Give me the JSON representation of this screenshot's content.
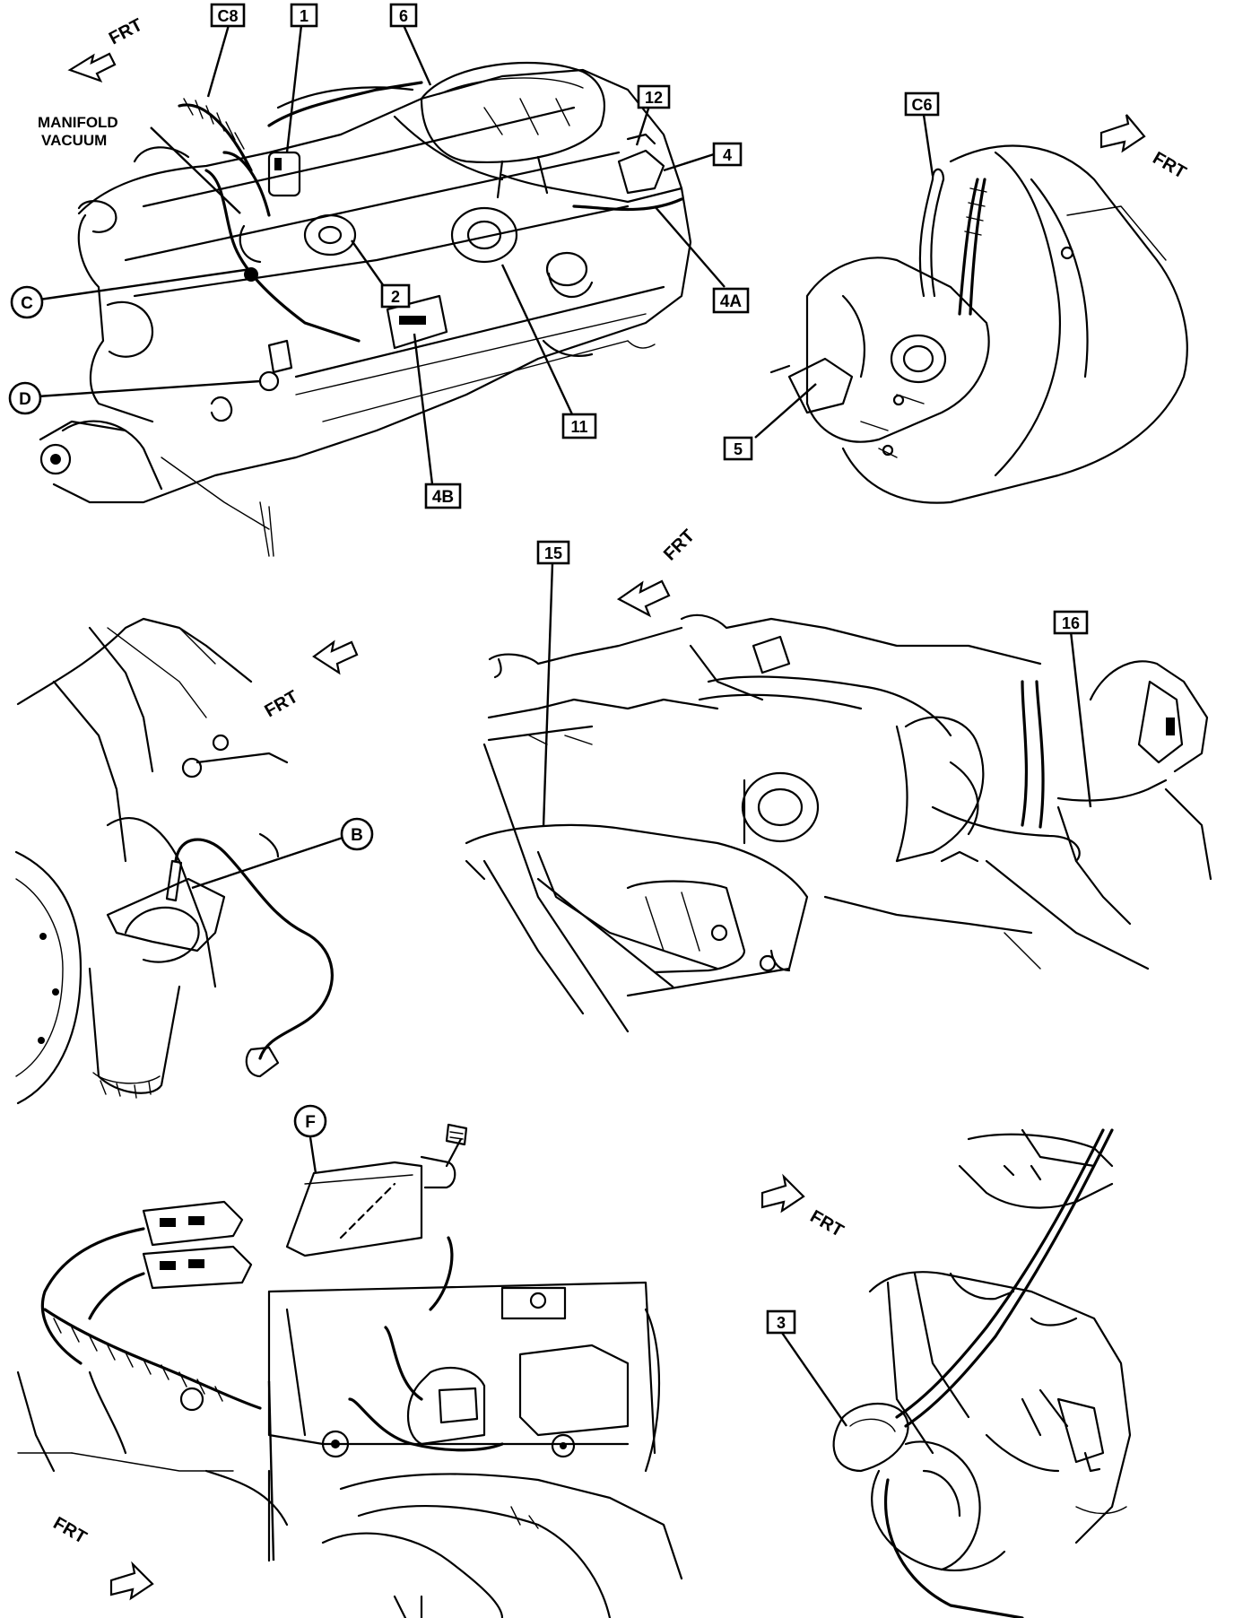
{
  "front_arrow_label": "FRT",
  "manifold_label": {
    "line1": "MANIFOLD",
    "line2": "VACUUM"
  },
  "callouts": {
    "c8": "C8",
    "n1": "1",
    "n6": "6",
    "n12": "12",
    "n4": "4",
    "n4a": "4A",
    "n2": "2",
    "n11": "11",
    "n4b": "4B",
    "cC": "C",
    "cD": "D",
    "c6": "C6",
    "n5": "5",
    "n15": "15",
    "n16": "16",
    "cB": "B",
    "cF": "F",
    "n3": "3"
  }
}
